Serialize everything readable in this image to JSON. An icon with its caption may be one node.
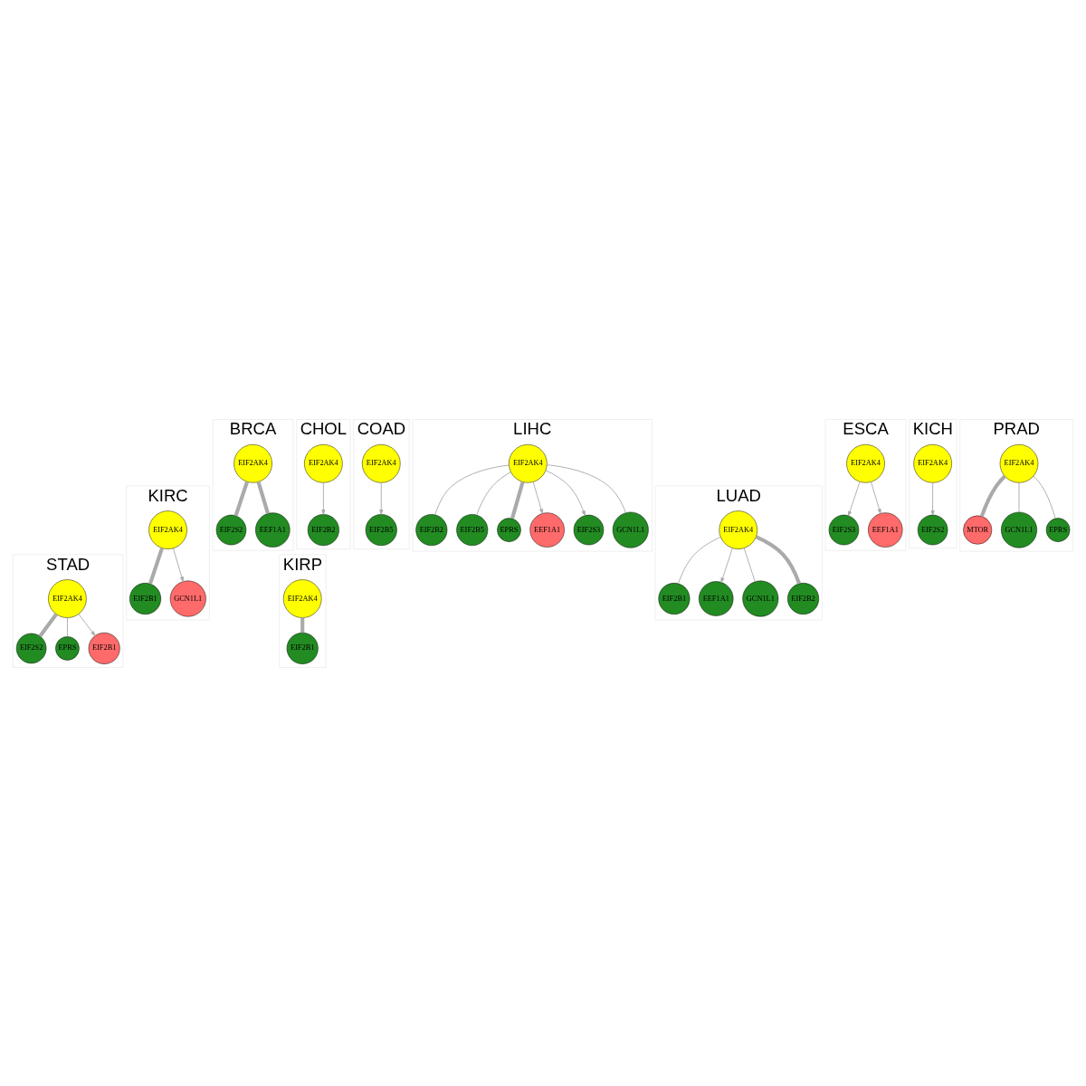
{
  "diagram": {
    "nodes": [
      {
        "text": [
          "BRCA"
        ]
      },
      {
        "text": [
          "EIF2S2"
        ],
        "in": 0
      },
      {
        "text": [
          "EIF2AK4"
        ],
        "in": 0
      },
      {
        "text": [
          "EEF1A1"
        ],
        "in": 0
      },
      {
        "text": [
          "CHOL"
        ]
      },
      {
        "text": [
          "EIF2AK4"
        ],
        "in": 4
      },
      {
        "text": [
          "EIF2B2"
        ],
        "in": 4
      },
      {
        "text": [
          "COAD"
        ]
      },
      {
        "text": [
          "EIF2B5"
        ],
        "in": 7
      },
      {
        "text": [
          "EIF2AK4"
        ],
        "in": 7
      },
      {
        "text": [
          "ESCA"
        ]
      },
      {
        "text": [
          "EIF2S3"
        ],
        "in": 10
      },
      {
        "text": [
          "EIF2AK4"
        ],
        "in": 10
      },
      {
        "text": [
          "EEF1A1"
        ],
        "in": 10
      },
      {
        "text": [
          "KICH"
        ]
      },
      {
        "text": [
          "EIF2S2"
        ],
        "in": 14
      },
      {
        "text": [
          "EIF2AK4"
        ],
        "in": 14
      },
      {
        "text": [
          "KIRC"
        ]
      },
      {
        "text": [
          "EIF2B1"
        ],
        "in": 17
      },
      {
        "text": [
          "EIF2AK4"
        ],
        "in": 17
      },
      {
        "text": [
          "GCN1L1"
        ],
        "in": 17
      },
      {
        "text": [
          "KIRP"
        ]
      },
      {
        "text": [
          "EIF2B1"
        ],
        "in": 21
      },
      {
        "text": [
          "EIF2AK4"
        ],
        "in": 21
      },
      {
        "text": [
          "LIHC"
        ]
      },
      {
        "text": [
          "EIF2B2"
        ],
        "in": 24
      },
      {
        "text": [
          "EIF2S3"
        ],
        "in": 24
      },
      {
        "text": [
          "EIF2AK4"
        ],
        "in": 24
      },
      {
        "text": [
          "GCN1L1"
        ],
        "in": 24
      },
      {
        "text": [
          "EPRS"
        ],
        "in": 24
      },
      {
        "text": [
          "EEF1A1"
        ],
        "in": 24
      },
      {
        "text": [
          "EIF2B5"
        ],
        "in": 24
      },
      {
        "text": [
          "LUAD"
        ]
      },
      {
        "text": [
          "GCN1L1"
        ],
        "in": 32
      },
      {
        "text": [
          "EEF1A1"
        ],
        "in": 32
      },
      {
        "text": [
          "EIF2AK4"
        ],
        "in": 32
      },
      {
        "text": [
          "EIF2B1"
        ],
        "in": 32
      },
      {
        "text": [
          "EIF2B2"
        ],
        "in": 32
      },
      {
        "text": [
          "PRAD"
        ]
      },
      {
        "text": [
          "MTOR"
        ],
        "in": 38
      },
      {
        "text": [
          "EIF2AK4"
        ],
        "in": 38
      },
      {
        "text": [
          "EPRS"
        ],
        "in": 38
      },
      {
        "text": [
          "GCN1L1"
        ],
        "in": 38
      },
      {
        "text": [
          "STAD"
        ]
      },
      {
        "text": [
          "EIF2B1"
        ],
        "in": 43
      },
      {
        "text": [
          "EIF2S2"
        ],
        "in": 43
      },
      {
        "text": [
          "EIF2AK4"
        ],
        "in": 43
      },
      {
        "text": [
          "EPRS"
        ],
        "in": 43
      }
    ],
    "edges": [
      {
        "from": 2,
        "to": 1,
        "arrow": "none",
        "style": "thick"
      },
      {
        "from": 2,
        "to": 3,
        "arrow": "none",
        "style": "thick"
      },
      {
        "from": 5,
        "to": 6,
        "arrow": "to"
      },
      {
        "from": 9,
        "to": 8,
        "arrow": "to"
      },
      {
        "from": 12,
        "to": 11,
        "arrow": "to"
      },
      {
        "from": 12,
        "to": 13,
        "arrow": "to"
      },
      {
        "from": 16,
        "to": 15,
        "arrow": "to"
      },
      {
        "from": 19,
        "to": 18,
        "arrow": "none",
        "style": "thick"
      },
      {
        "from": 19,
        "to": 20,
        "arrow": "to"
      },
      {
        "from": 23,
        "to": 22,
        "arrow": "none",
        "style": "thick"
      },
      {
        "from": 27,
        "to": 25,
        "arrow": "none"
      },
      {
        "from": 27,
        "to": 26,
        "arrow": "to"
      },
      {
        "from": 27,
        "to": 28,
        "arrow": "none"
      },
      {
        "from": 27,
        "to": 29,
        "arrow": "none",
        "style": "thick"
      },
      {
        "from": 27,
        "to": 30,
        "arrow": "to"
      },
      {
        "from": 27,
        "to": 31,
        "arrow": "none"
      },
      {
        "from": 35,
        "to": 33,
        "arrow": "none"
      },
      {
        "from": 35,
        "to": 34,
        "arrow": "to"
      },
      {
        "from": 35,
        "to": 36,
        "arrow": "none"
      },
      {
        "from": 35,
        "to": 37,
        "arrow": "none",
        "style": "thick"
      },
      {
        "from": 40,
        "to": 39,
        "arrow": "none",
        "style": "thick"
      },
      {
        "from": 40,
        "to": 41,
        "arrow": "none"
      },
      {
        "from": 40,
        "to": 42,
        "arrow": "none"
      },
      {
        "from": 46,
        "to": 44,
        "arrow": "to"
      },
      {
        "from": 46,
        "to": 45,
        "arrow": "none",
        "style": "thick"
      },
      {
        "from": 46,
        "to": 47,
        "arrow": "none"
      }
    ]
  }
}
